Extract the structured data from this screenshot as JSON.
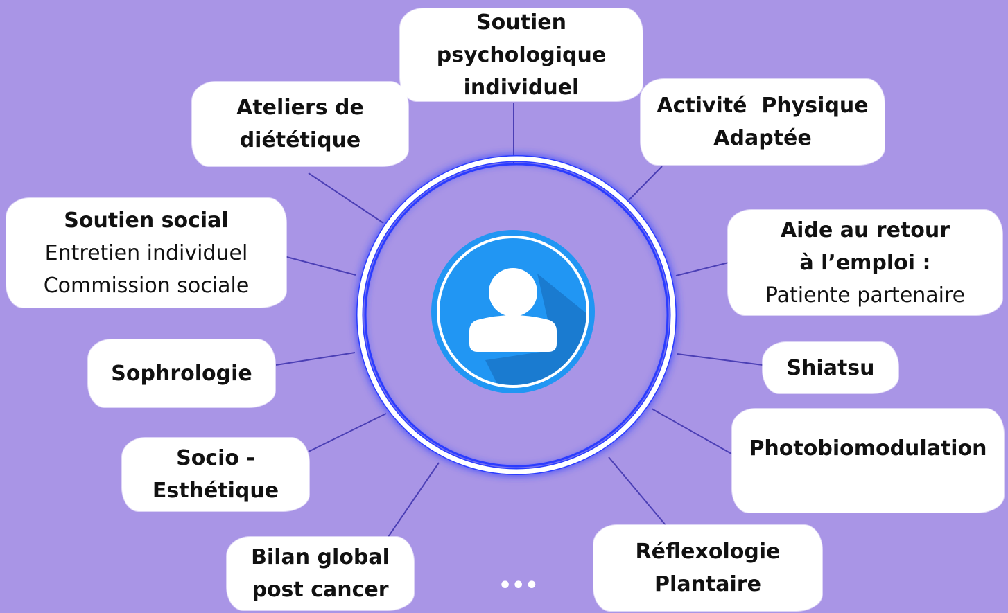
{
  "colors": {
    "background": "#a995e6",
    "bubble": "#ffffff",
    "connector": "#4b3fb5",
    "ring": "#ffffff",
    "ring_glow": "#2b3cff",
    "avatar_circle": "#2196f3",
    "avatar_shadow": "#1a7bd0"
  },
  "center": {
    "icon": "user-avatar-icon"
  },
  "nodes": {
    "soutien_psy": {
      "lines": [
        "Soutien",
        "psychologique",
        "individuel"
      ]
    },
    "ateliers": {
      "lines": [
        "Ateliers de",
        "diététique"
      ]
    },
    "activite": {
      "lines": [
        "Activité  Physique",
        "Adaptée"
      ]
    },
    "soutien_social": {
      "title": "Soutien social",
      "sub": [
        "Entretien individuel",
        "Commission sociale"
      ]
    },
    "aide_emploi": {
      "title": [
        "Aide au retour",
        "à l’emploi :"
      ],
      "sub": "Patiente partenaire"
    },
    "sophrologie": {
      "lines": [
        "Sophrologie"
      ]
    },
    "shiatsu": {
      "lines": [
        "Shiatsu"
      ]
    },
    "socio": {
      "lines": [
        "Socio -",
        "Esthétique"
      ]
    },
    "photobio": {
      "lines": [
        "Photobiomodulation"
      ]
    },
    "bilan": {
      "lines": [
        "Bilan global",
        "post cancer"
      ]
    },
    "reflexo": {
      "lines": [
        "Réflexologie",
        "Plantaire"
      ]
    }
  },
  "more_label": "•••"
}
